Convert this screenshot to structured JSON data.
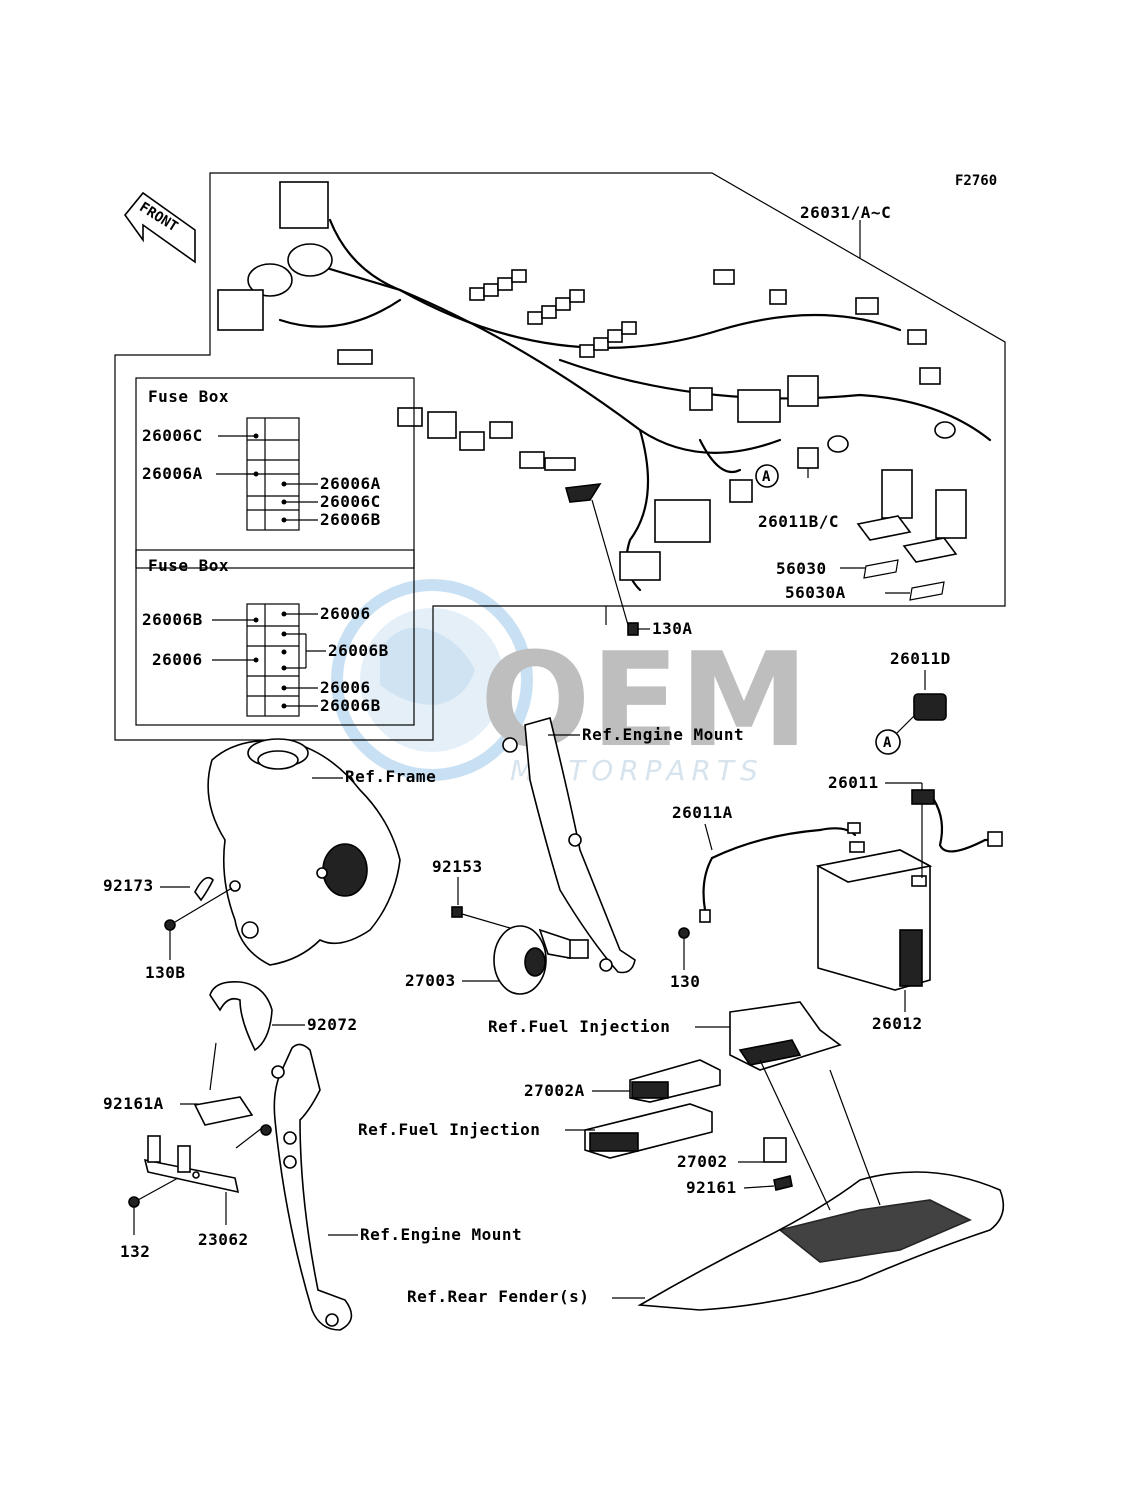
{
  "figure_code": "F2760",
  "front_label": "FRONT",
  "watermark": {
    "brand": "OEM",
    "sub": "MOTORPARTS"
  },
  "fuse_box_1": {
    "title": "Fuse Box",
    "left_labels": [
      "26006C",
      "26006A"
    ],
    "right_labels": [
      "26006A",
      "26006C",
      "26006B"
    ]
  },
  "fuse_box_2": {
    "title": "Fuse Box",
    "left_labels": [
      "26006B",
      "26006"
    ],
    "right_labels": [
      "26006",
      "26006B",
      "26006",
      "26006B"
    ]
  },
  "harness": {
    "main_label": "26031/A~C",
    "connector_label": "26011B/C",
    "cover_label": "56030",
    "cover_label_b": "56030A",
    "bolt_label": "130A",
    "ref_marker": "A"
  },
  "parts": {
    "p26011D": "26011D",
    "marker_a": "A",
    "ref_engine_mount_1": "Ref.Engine Mount",
    "ref_frame": "Ref.Frame",
    "p26011": "26011",
    "p26011A": "26011A",
    "p92153": "92153",
    "p92173": "92173",
    "p130B": "130B",
    "p27003": "27003",
    "p130": "130",
    "p26012": "26012",
    "p92072": "92072",
    "ref_fuel_injection_1": "Ref.Fuel Injection",
    "p27002A": "27002A",
    "p92161A": "92161A",
    "ref_fuel_injection_2": "Ref.Fuel Injection",
    "p27002": "27002",
    "p92161": "92161",
    "p132": "132",
    "p23062": "23062",
    "ref_engine_mount_2": "Ref.Engine Mount",
    "ref_rear_fender": "Ref.Rear Fender(s)"
  }
}
